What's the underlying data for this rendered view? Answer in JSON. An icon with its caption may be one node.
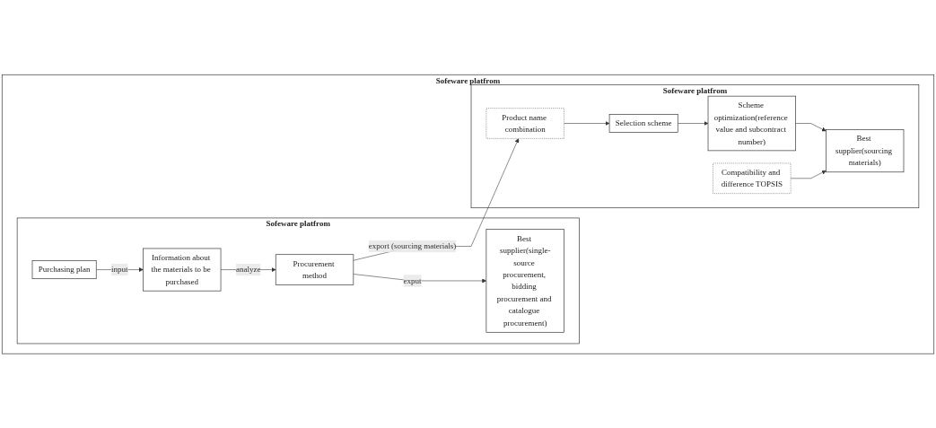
{
  "diagram": {
    "nodes": [
      {
        "text": [
          "Sofeware platfrom"
        ]
      },
      {
        "text": [
          "Sofeware platfrom"
        ],
        "in": 0
      },
      {
        "text": [
          "Sofeware platfrom"
        ],
        "in": 0
      },
      {
        "text": [
          "Purchasing plan"
        ],
        "in": 1
      },
      {
        "text": [
          "Information about the materials to be purchased"
        ],
        "in": 1
      },
      {
        "text": [
          "Procurement method"
        ],
        "in": 1
      },
      {
        "text": [
          "Best supplier(single-source procurement, bidding procurement and catalogue procurement)"
        ],
        "in": 1
      },
      {
        "text": [
          "Product name combination"
        ],
        "in": 2
      },
      {
        "text": [
          "Selection scheme"
        ],
        "in": 2
      },
      {
        "text": [
          "Scheme optimization(reference value and subcontract number)"
        ],
        "in": 2
      },
      {
        "text": [
          "Compatibility and difference TOPSIS"
        ],
        "in": 2
      },
      {
        "text": [
          "Best supplier(sourcing materials)"
        ],
        "in": 2
      }
    ],
    "edges": [
      {
        "from": 3,
        "to": 4,
        "arrow": "to",
        "label": "input"
      },
      {
        "from": 4,
        "to": 5,
        "arrow": "to",
        "label": "analyze"
      },
      {
        "from": 5,
        "to": 6,
        "arrow": "to",
        "label": "exput"
      },
      {
        "from": 5,
        "to": 7,
        "arrow": "to",
        "label": "export (sourcing materials)"
      },
      {
        "from": 7,
        "to": 8,
        "arrow": "to"
      },
      {
        "from": 8,
        "to": 9,
        "arrow": "to"
      },
      {
        "from": 9,
        "to": 11,
        "arrow": "to"
      },
      {
        "from": 10,
        "to": 11,
        "arrow": "to"
      }
    ]
  }
}
